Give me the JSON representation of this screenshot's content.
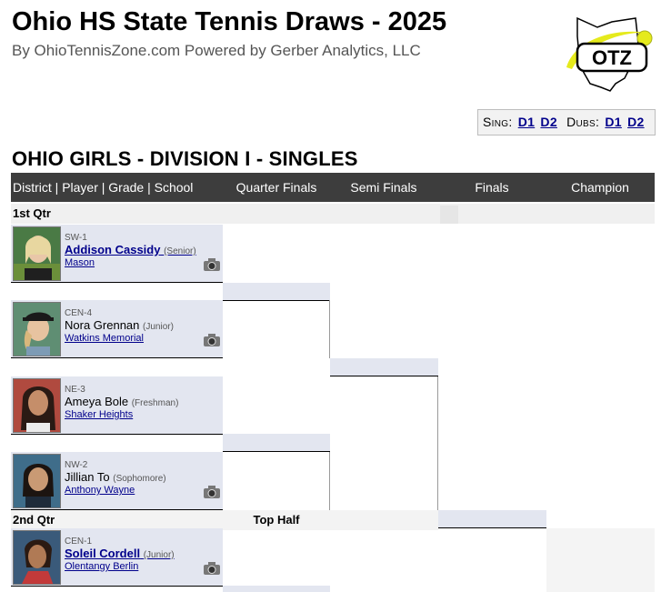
{
  "header": {
    "title": "Ohio HS State Tennis Draws - 2025",
    "subtitle": "By OhioTennisZone.com Powered by Gerber Analytics, LLC",
    "logo_text": "OTZ"
  },
  "draw_links": {
    "singles_label": "Sing:",
    "doubles_label": "Dubs:",
    "singles": [
      "D1",
      "D2"
    ],
    "doubles": [
      "D1",
      "D2"
    ]
  },
  "section_title": "OHIO GIRLS - DIVISION I - SINGLES",
  "columns": [
    "District | Player | Grade | School",
    "Quarter Finals",
    "Semi Finals",
    "Finals",
    "Champion"
  ],
  "quarters": [
    "1st Qtr",
    "2nd Qtr"
  ],
  "half_label": "Top Half",
  "players": [
    {
      "district": "SW-1",
      "name": "Addison Cassidy",
      "grade": "(Senior)",
      "school": "Mason"
    },
    {
      "district": "CEN-4",
      "name": "Nora Grennan",
      "grade": "(Junior)",
      "school": "Watkins Memorial"
    },
    {
      "district": "NE-3",
      "name": "Ameya Bole",
      "grade": "(Freshman)",
      "school": "Shaker Heights"
    },
    {
      "district": "NW-2",
      "name": "Jillian To",
      "grade": "(Sophomore)",
      "school": "Anthony Wayne"
    },
    {
      "district": "CEN-1",
      "name": "Soleil Cordell",
      "grade": "(Junior)",
      "school": "Olentangy Berlin"
    }
  ],
  "colors": {
    "header_bg": "#3d3d3d",
    "player_bg": "#e3e6f0",
    "link": "#00008b",
    "logo_yellow": "#e5ea1c"
  }
}
